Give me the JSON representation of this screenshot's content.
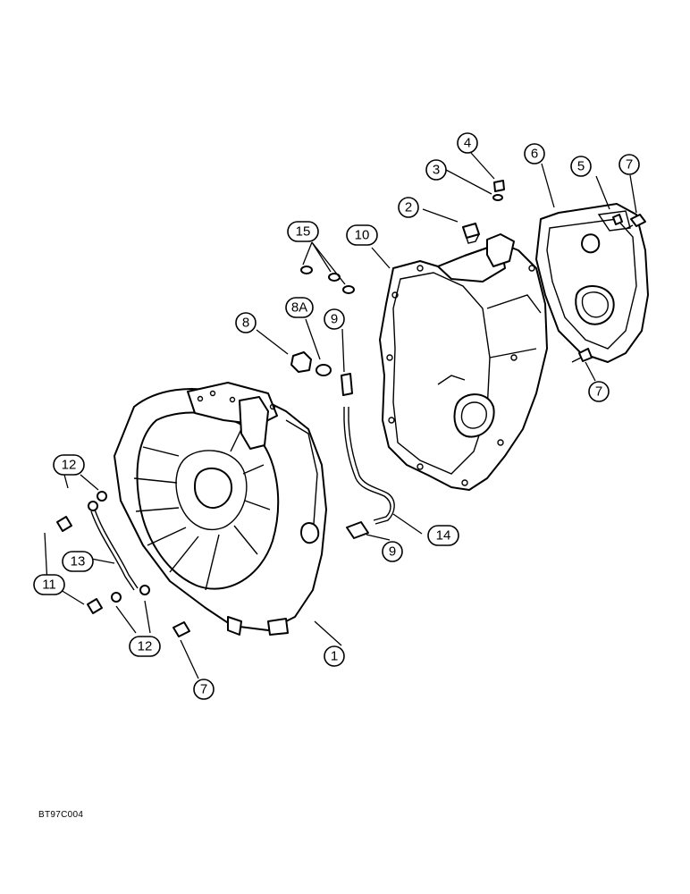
{
  "figure": {
    "code": "BT97C004",
    "callouts": {
      "c1": "1",
      "c2": "2",
      "c3": "3",
      "c4": "4",
      "c5": "5",
      "c6": "6",
      "c7a": "7",
      "c7b": "7",
      "c7c": "7",
      "c8": "8",
      "c8a": "8A",
      "c9a": "9",
      "c9b": "9",
      "c10": "10",
      "c11": "11",
      "c12a": "12",
      "c12b": "12",
      "c13": "13",
      "c14": "14",
      "c15": "15"
    }
  }
}
